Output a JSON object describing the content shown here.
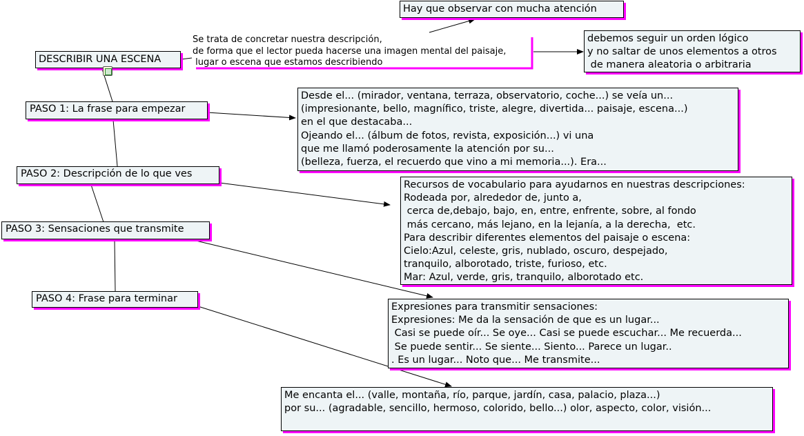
{
  "root": {
    "title": "DESCRIBIR UNA ESCENA"
  },
  "description": {
    "lines": [
      "Se trata de concretar nuestra descripción,",
      "de forma que el lector pueda hacerse una imagen mental del paisaje,",
      " lugar o escena que estamos describiendo"
    ]
  },
  "observe": {
    "text": "Hay que observar con mucha atención"
  },
  "order": {
    "lines": [
      "debemos seguir un orden lógico",
      "y no saltar de unos elementos a otros",
      " de manera aleatoria o arbitraria"
    ]
  },
  "steps": [
    {
      "label": "PASO 1: La frase para empezar"
    },
    {
      "label": "PASO 2: Descripción de lo que ves"
    },
    {
      "label": "PASO 3: Sensaciones que transmite"
    },
    {
      "label": "PASO 4: Frase para terminar"
    }
  ],
  "details": [
    {
      "lines": [
        "Desde el... (mirador, ventana, terraza, observatorio, coche...) se veía un...",
        "(impresionante, bello, magnífico, triste, alegre, divertida... paisaje, escena...)",
        "en el que destacaba...",
        "Ojeando el... (álbum de fotos, revista, exposición...) vi una",
        "que me llamó poderosamente la atención por su...",
        "(belleza, fuerza, el recuerdo que vino a mi memoria...). Era..."
      ]
    },
    {
      "lines": [
        "Recursos de vocabulario para ayudarnos en nuestras descripciones:",
        "Rodeada por, alrededor de, junto a,",
        " cerca de,debajo, bajo, en, entre, enfrente, sobre, al fondo",
        " más cercano, más lejano, en la lejanía, a la derecha,  etc.",
        "Para describir diferentes elementos del paisaje o escena:",
        "Cielo:Azul, celeste, gris, nublado, oscuro, despejado,",
        "tranquilo, alborotado, triste, furioso, etc.",
        "Mar: Azul, verde, gris, tranquilo, alborotado etc."
      ]
    },
    {
      "lines": [
        "Expresiones para transmitir sensaciones:",
        "Expresiones: Me da la sensación de que es un lugar...",
        " Casi se puede oír... Se oye... Casi se puede escuchar... Me recuerda...",
        " Se puede sentir... Se siente... Siento... Parece un lugar..",
        ". Es un lugar... Noto que... Me transmite..."
      ]
    },
    {
      "lines": [
        "Me encanta el... (valle, montaña, río, parque, jardín, casa, palacio, plaza...)",
        "por su... (agradable, sencillo, hermoso, colorido, bello...) olor, aspecto, color, visión..."
      ]
    }
  ],
  "colors": {
    "node_fill": "#eef4f6",
    "shadow": "#ff00ff",
    "border": "#000000",
    "line": "#000000"
  },
  "icons": {
    "note": "note-icon"
  }
}
